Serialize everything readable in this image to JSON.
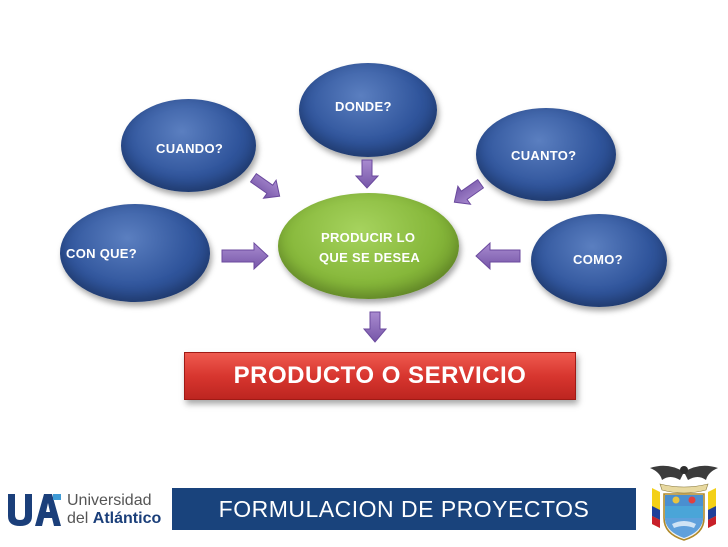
{
  "diagram": {
    "center": {
      "line1": "PRODUCIR LO",
      "line2": "QUE SE DESEA"
    },
    "nodes": {
      "donde": "DONDE?",
      "cuando": "CUANDO?",
      "cuanto": "CUANTO?",
      "con_que": "CON QUE?",
      "como": "COMO?"
    },
    "result": "PRODUCTO O SERVICIO"
  },
  "footer": {
    "title": "FORMULACION DE PROYECTOS",
    "university_line1": "Universidad",
    "university_line2_prefix": "del ",
    "university_line2_name": "Atlántico"
  },
  "colors": {
    "node_blue": "#30559c",
    "center_green": "#86b73a",
    "result_red": "#d8362f",
    "footer_navy": "#19437c",
    "arrow_purple": "#8d6ab8"
  }
}
